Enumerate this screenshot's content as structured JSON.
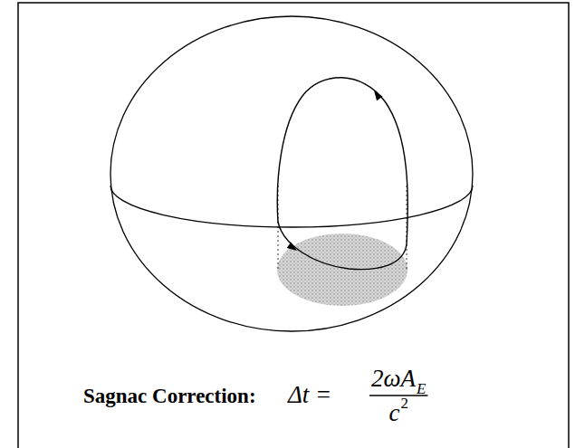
{
  "diagram": {
    "labels": [
      "Sagnac Correction:",
      "Δt =",
      "2ωA",
      "E",
      "c",
      "2"
    ]
  }
}
